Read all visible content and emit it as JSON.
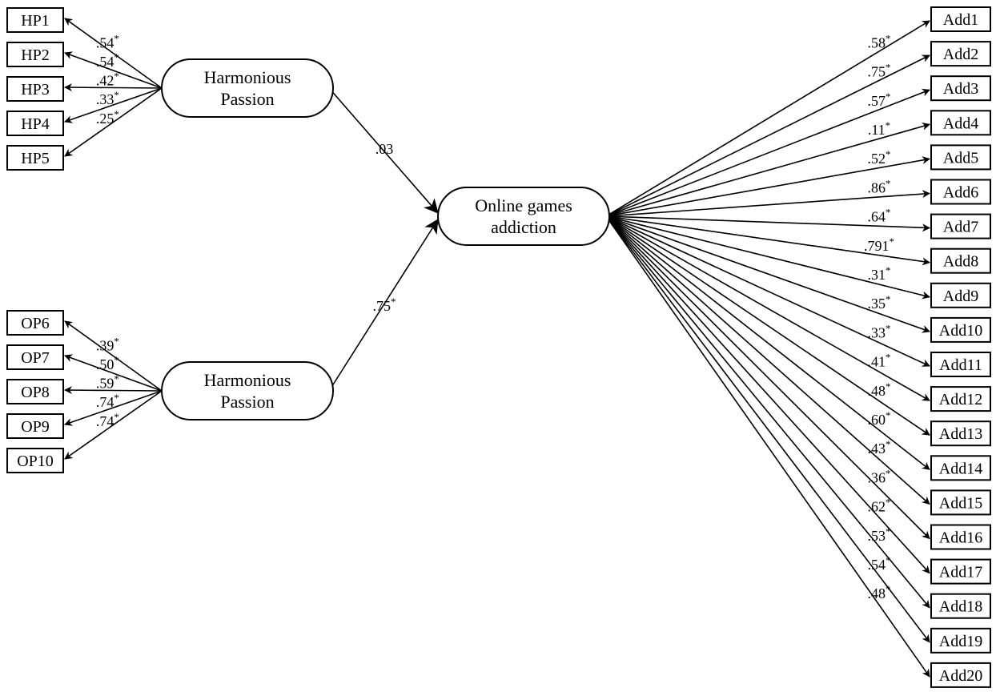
{
  "latents": {
    "hp": {
      "lines": [
        "Harmonious",
        "Passion"
      ]
    },
    "op": {
      "lines": [
        "Harmonious",
        "Passion"
      ]
    },
    "add": {
      "lines": [
        "Online games",
        "addiction"
      ]
    }
  },
  "hp_indicators": [
    {
      "label": "HP1",
      "coef": ".54*"
    },
    {
      "label": "HP2",
      "coef": ".54*"
    },
    {
      "label": "HP3",
      "coef": ".42*"
    },
    {
      "label": "HP4",
      "coef": ".33*"
    },
    {
      "label": "HP5",
      "coef": ".25*"
    }
  ],
  "op_indicators": [
    {
      "label": "OP6",
      "coef": ".39*"
    },
    {
      "label": "OP7",
      "coef": ".50*"
    },
    {
      "label": "OP8",
      "coef": ".59*"
    },
    {
      "label": "OP9",
      "coef": ".74*"
    },
    {
      "label": "OP10",
      "coef": ".74*"
    }
  ],
  "add_indicators": [
    {
      "label": "Add1",
      "coef": ".58*"
    },
    {
      "label": "Add2",
      "coef": ".75*"
    },
    {
      "label": "Add3",
      "coef": ".57*"
    },
    {
      "label": "Add4",
      "coef": ".11*"
    },
    {
      "label": "Add5",
      "coef": ".52*"
    },
    {
      "label": "Add6",
      "coef": ".86*"
    },
    {
      "label": "Add7",
      "coef": ".64*"
    },
    {
      "label": "Add8",
      "coef": ".791*"
    },
    {
      "label": "Add9",
      "coef": ".31*"
    },
    {
      "label": "Add10",
      "coef": ".35*"
    },
    {
      "label": "Add11",
      "coef": ".33*"
    },
    {
      "label": "Add12",
      "coef": ".41*"
    },
    {
      "label": "Add13",
      "coef": ".48*"
    },
    {
      "label": "Add14",
      "coef": ".60*"
    },
    {
      "label": "Add15",
      "coef": ".43*"
    },
    {
      "label": "Add16",
      "coef": ".36*"
    },
    {
      "label": "Add17",
      "coef": ".62*"
    },
    {
      "label": "Add18",
      "coef": ".53*"
    },
    {
      "label": "Add19",
      "coef": ".54*"
    },
    {
      "label": "Add20",
      "coef": ".48*"
    }
  ],
  "structural": {
    "hp_to_add": ".03",
    "op_to_add": ".75*"
  },
  "colors": {
    "stroke": "#000000",
    "background": "#ffffff"
  }
}
